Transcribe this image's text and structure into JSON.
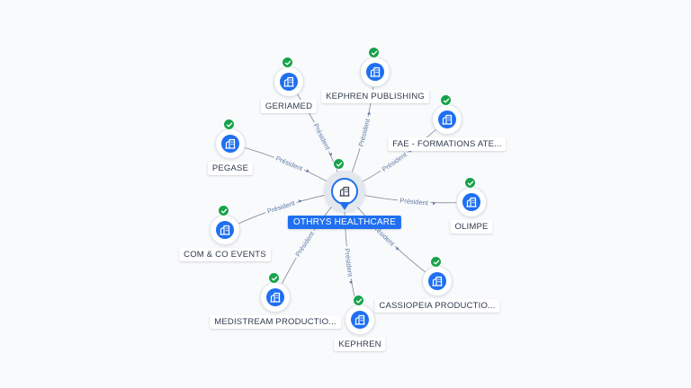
{
  "center": {
    "name": "OTHRYS HEALTHCARE",
    "icon": "building-icon",
    "status_icon": "check-icon"
  },
  "relation_label": "Président",
  "colors": {
    "accent": "#1f6ff0",
    "verified": "#17a34a",
    "edge": "#7d8794",
    "edge_label": "#5f7ca6"
  },
  "companies": [
    {
      "id": "geriamed",
      "name": "GERIAMED"
    },
    {
      "id": "kephren-publishing",
      "name": "KEPHREN PUBLISHING"
    },
    {
      "id": "fae",
      "name": "FAE - FORMATIONS ATE..."
    },
    {
      "id": "pegase",
      "name": "PEGASE"
    },
    {
      "id": "olimpe",
      "name": "OLIMPE"
    },
    {
      "id": "com-co-events",
      "name": "COM & CO EVENTS"
    },
    {
      "id": "cassiopeia",
      "name": "CASSIOPEIA PRODUCTIO..."
    },
    {
      "id": "medistream",
      "name": "MEDISTREAM PRODUCTIO..."
    },
    {
      "id": "kephren",
      "name": "KEPHREN"
    }
  ]
}
